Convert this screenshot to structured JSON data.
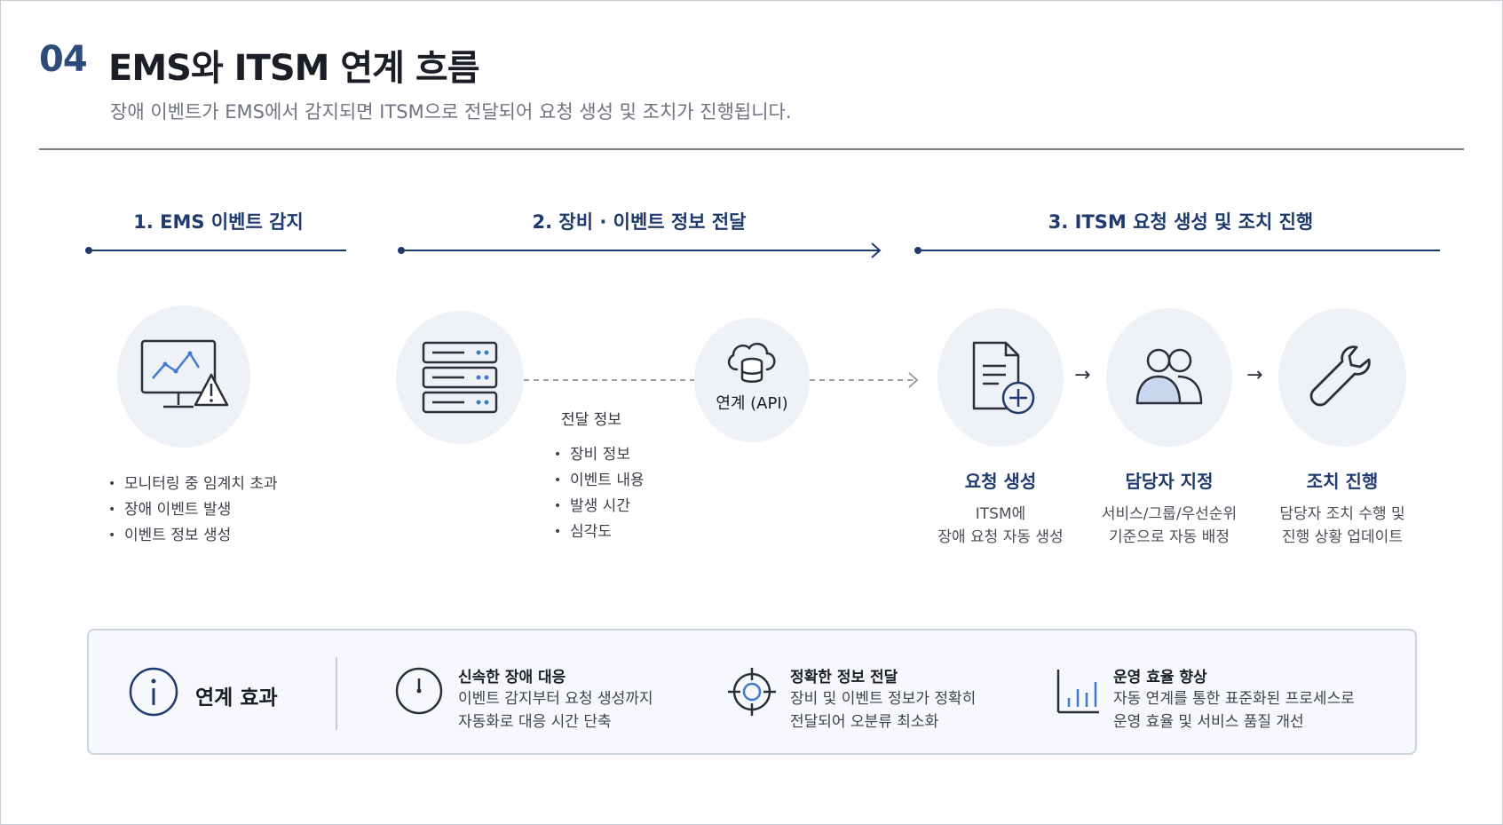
{
  "header": {
    "number": "04",
    "title": "EMS와 ITSM 연계 흐름",
    "subtitle": "장애 이벤트가 EMS에서 감지되면 ITSM으로 전달되어 요청 생성 및 조치가 진행됩니다."
  },
  "sections": [
    {
      "label": "1. EMS 이벤트 감지"
    },
    {
      "label": "2. 장비 · 이벤트 정보 전달"
    },
    {
      "label": "3. ITSM 요청 생성 및 조치 진행"
    }
  ],
  "ems": {
    "icon": "monitor-alert-icon",
    "bullets": [
      "모니터링 중 임계치 초과",
      "장애 이벤트 발생",
      "이벤트 정보 생성"
    ]
  },
  "transfer": {
    "server_icon": "server-icon",
    "info_title": "전달 정보",
    "info_items": [
      "장비 정보",
      "이벤트 내용",
      "발생 시간",
      "심각도"
    ],
    "api_icon": "cloud-database-icon",
    "api_label": "연계 (API)"
  },
  "itsm_steps": [
    {
      "icon": "document-add-icon",
      "title": "요청 생성",
      "desc": "ITSM에\n장애 요청 자동 생성"
    },
    {
      "icon": "users-icon",
      "title": "담당자 지정",
      "desc": "서비스/그룹/우선순위\n기준으로 자동 배정"
    },
    {
      "icon": "wrench-icon",
      "title": "조치 진행",
      "desc": "담당자 조치 수행 및\n진행 상황 업데이트"
    }
  ],
  "effects": {
    "icon": "info-icon",
    "label": "연계 효과",
    "items": [
      {
        "icon": "clock-icon",
        "title": "신속한 장애 대응",
        "desc": "이벤트 감지부터 요청 생성까지\n자동화로 대응 시간 단축"
      },
      {
        "icon": "target-icon",
        "title": "정확한 정보 전달",
        "desc": "장비 및 이벤트 정보가 정확히\n전달되어 오분류 최소화"
      },
      {
        "icon": "bar-chart-icon",
        "title": "운영 효율 향상",
        "desc": "자동 연계를 통한 표준화된 프로세스로\n운영 효율 및 서비스 품질 개선"
      }
    ]
  },
  "colors": {
    "accent": "#1f3a6e",
    "icon_blue": "#3f7ad1",
    "circle_bg": "#eef1f6",
    "panel_bg": "#f6f8fb"
  }
}
